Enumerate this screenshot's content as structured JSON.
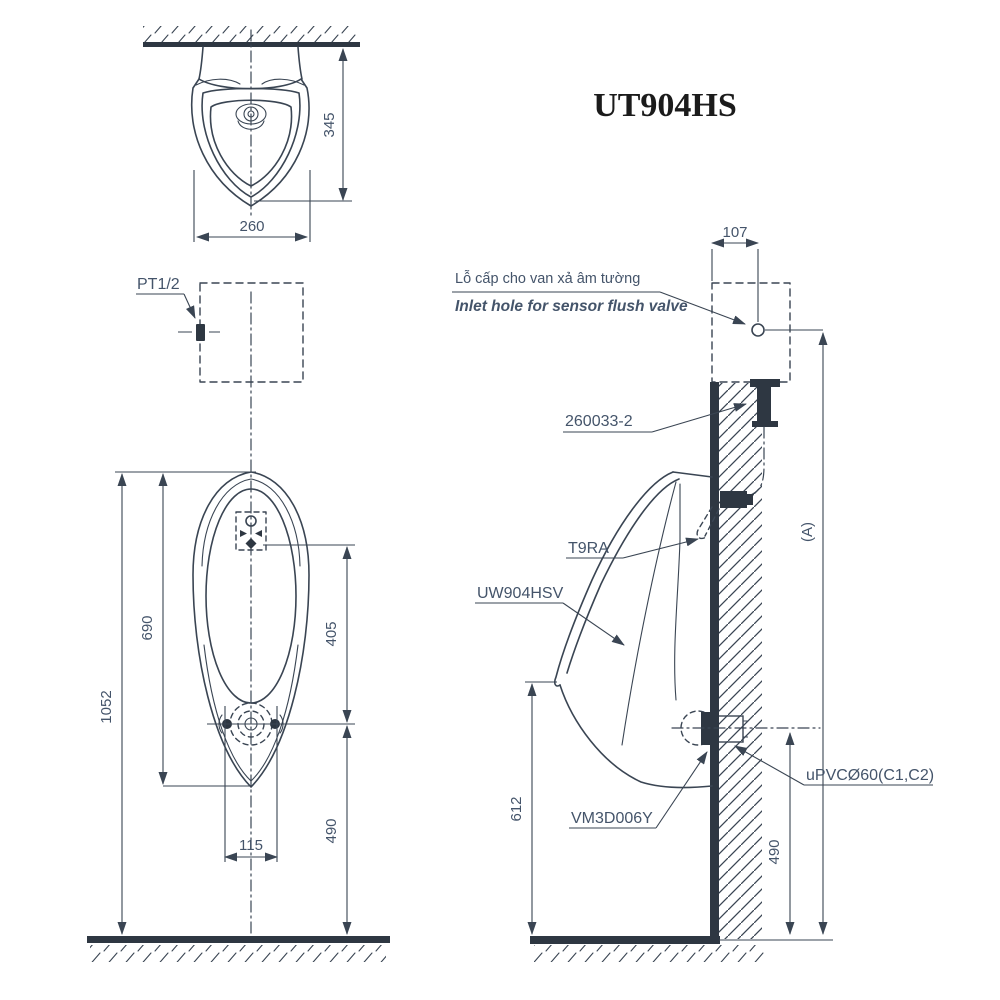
{
  "title": "UT904HS",
  "colors": {
    "line": "#3a4553",
    "annotation": "#44546a",
    "title": "#1b1b1b",
    "wall": "#2e3742"
  },
  "top_view": {
    "dim_height_345": "345",
    "dim_width_260": "260"
  },
  "front_view": {
    "label_inlet_thread": "PT1/2",
    "dim_1052": "1052",
    "dim_690": "690",
    "dim_405": "405",
    "dim_490": "490",
    "dim_115": "115"
  },
  "side_view": {
    "note_vietnamese": "Lỗ cấp cho van xả âm tường",
    "note_english": "Inlet hole for sensor flush valve",
    "dim_107": "107",
    "dim_A": "(A)",
    "dim_612": "612",
    "dim_490": "490",
    "part_flush_valve": "260033-2",
    "part_spreader": "T9RA",
    "part_urinal_body": "UW904HSV",
    "part_outlet_socket": "VM3D006Y",
    "part_drain_pipe": "uPVCØ60(C1,C2)"
  }
}
